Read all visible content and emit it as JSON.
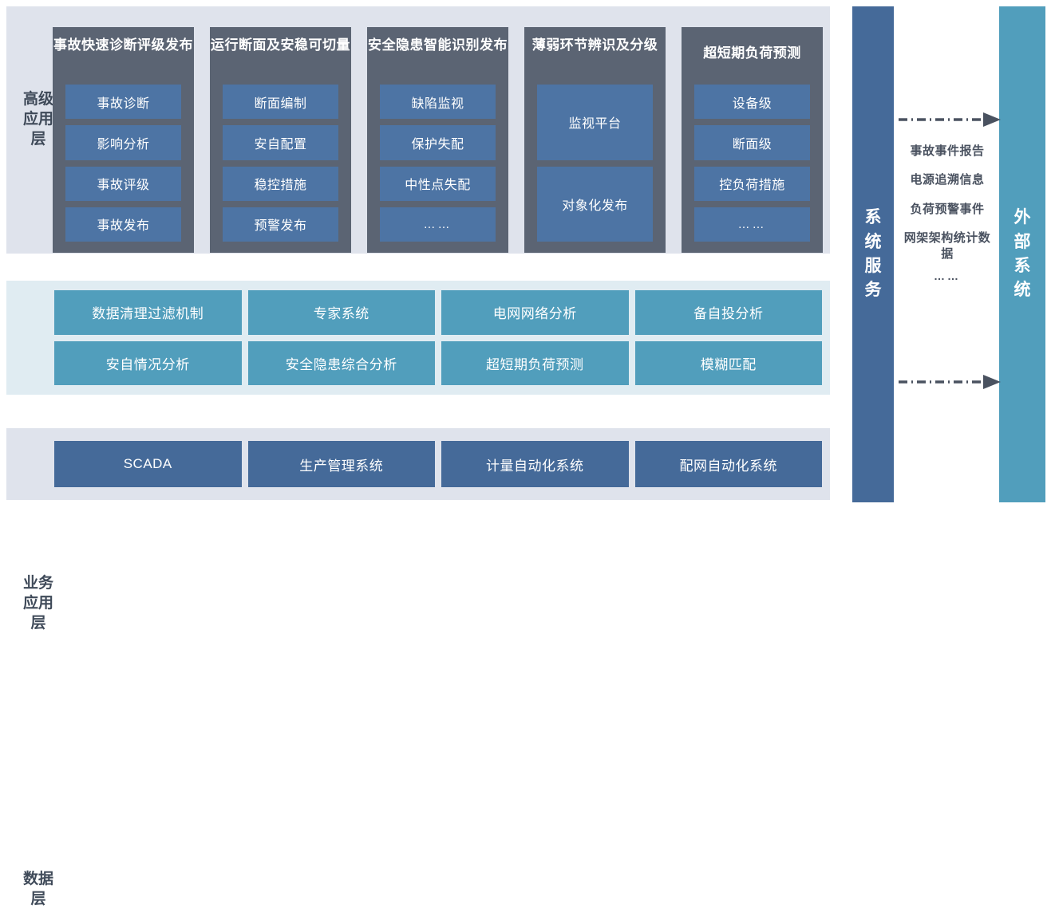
{
  "colors": {
    "panel_light_blue_grey": "#dfe3ec",
    "panel_light_teal": "#e0ecf2",
    "adv_column_dark": "#5b6473",
    "adv_item_blue": "#4d74a4",
    "biz_item_teal": "#519ebc",
    "data_item_blue": "#456a99",
    "service_col_blue": "#456a99",
    "external_col_teal": "#519ebc",
    "label_text": "#3f4a59",
    "arrow_grey": "#4a5260"
  },
  "layers": {
    "advanced": {
      "label": "高级应用层",
      "columns": [
        {
          "title": "事故快速诊断评级发布",
          "items": [
            "事故诊断",
            "影响分析",
            "事故评级",
            "事故发布"
          ]
        },
        {
          "title": "运行断面及安稳可切量",
          "items": [
            "断面编制",
            "安自配置",
            "稳控措施",
            "预警发布"
          ]
        },
        {
          "title": "安全隐患智能识别发布",
          "items": [
            "缺陷监视",
            "保护失配",
            "中性点失配",
            "……"
          ]
        },
        {
          "title": "薄弱环节辨识及分级",
          "items": [
            "监视平台",
            "对象化发布"
          ]
        },
        {
          "title": "超短期负荷预测",
          "items": [
            "设备级",
            "断面级",
            "控负荷措施",
            "……"
          ]
        }
      ]
    },
    "business": {
      "label": "业务应用层",
      "items": [
        "数据清理过滤机制",
        "专家系统",
        "电网网络分析",
        "备自投分析",
        "安自情况分析",
        "安全隐患综合分析",
        "超短期负荷预测",
        "模糊匹配"
      ]
    },
    "data": {
      "label": "数据层",
      "items": [
        "SCADA",
        "生产管理系统",
        "计量自动化系统",
        "配网自动化系统"
      ]
    }
  },
  "side": {
    "service_label": "系统服务",
    "external_label": "外部系统",
    "flows": [
      "事故事件报告",
      "电源追溯信息",
      "负荷预警事件",
      "网架架构统计数据",
      "……"
    ]
  }
}
